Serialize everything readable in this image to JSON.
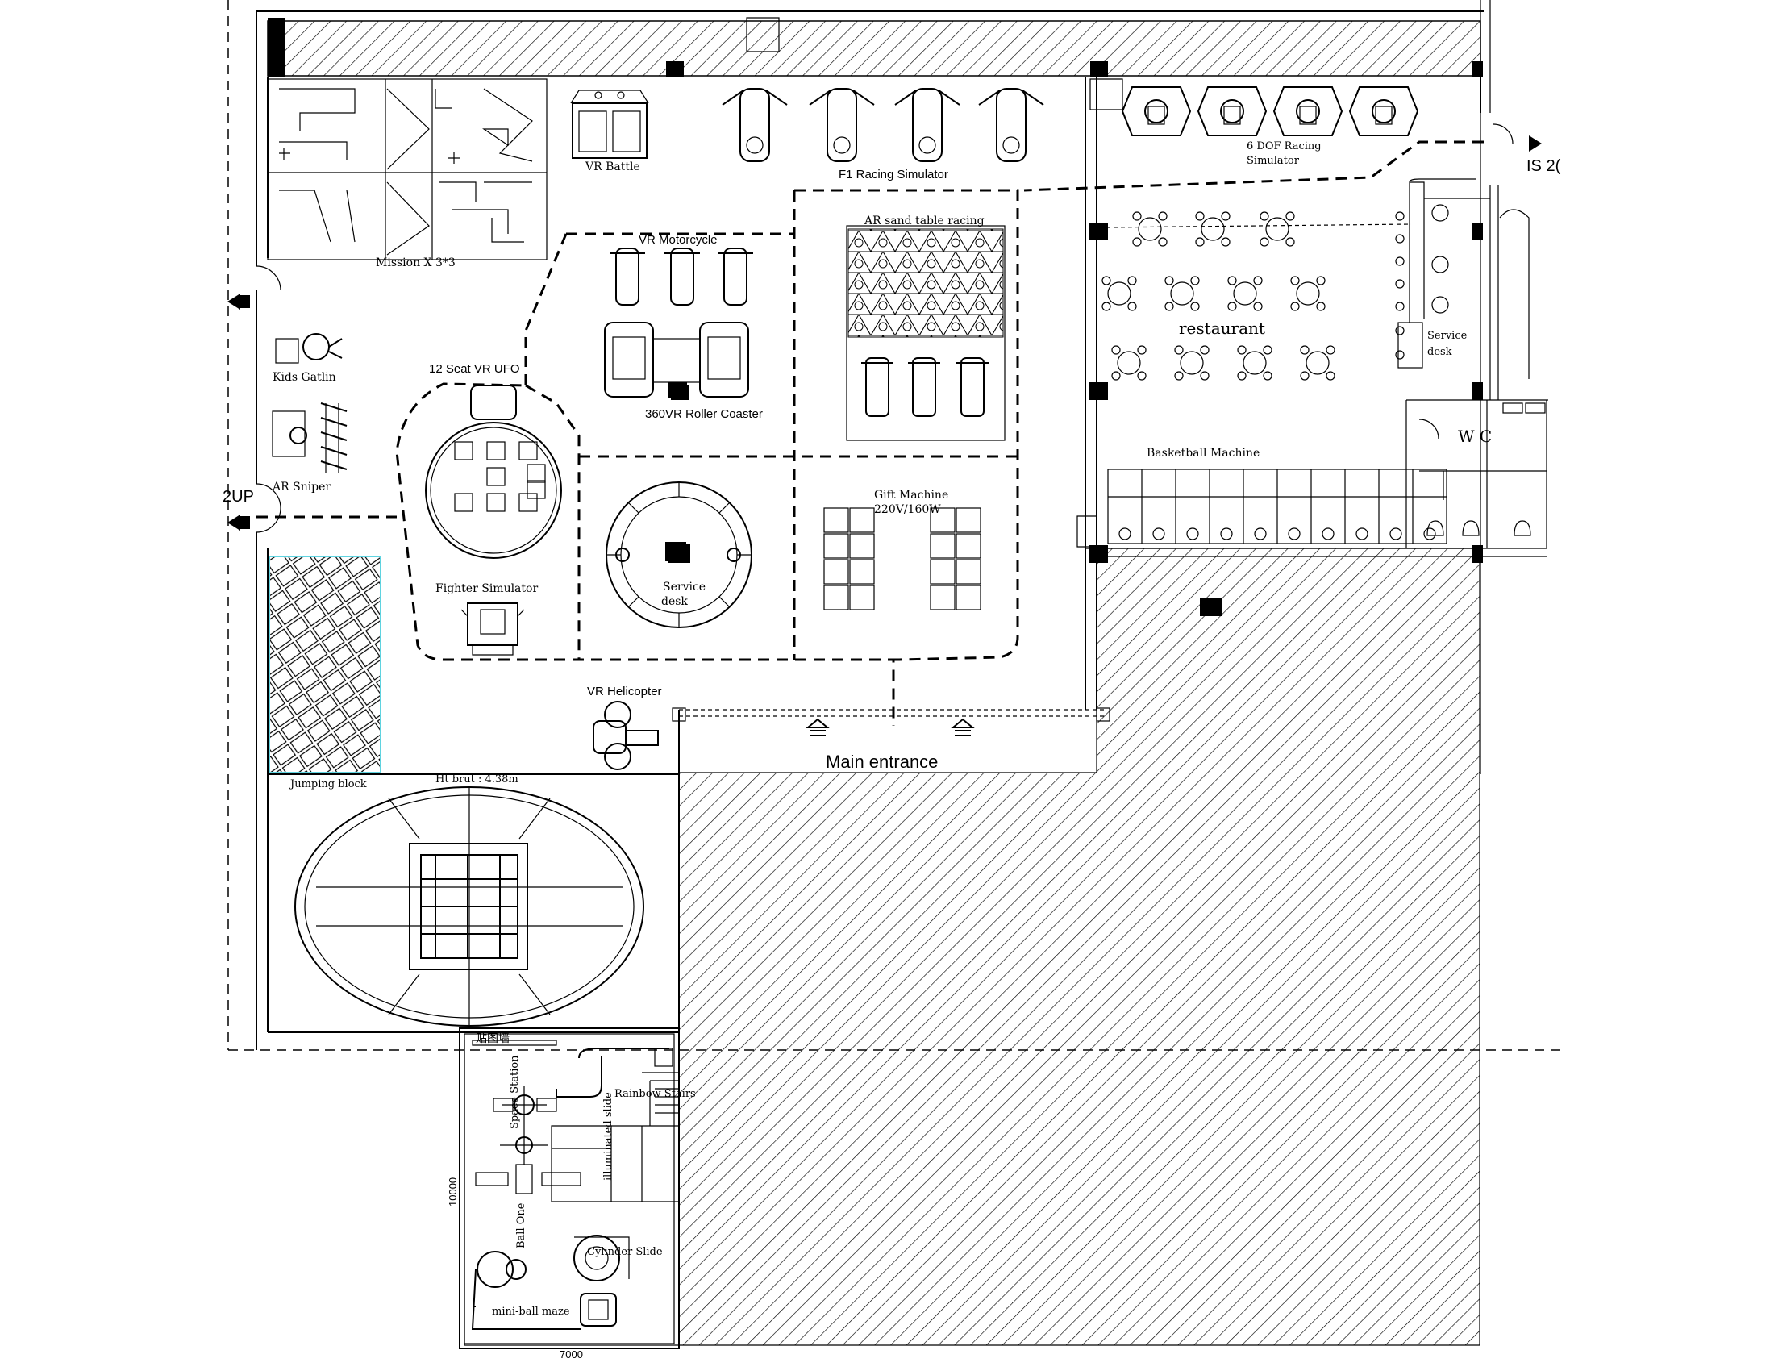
{
  "labels": {
    "mission": "Mission X 3*3",
    "vr_battle": "VR Battle",
    "f1_racing": "F1 Racing Simulator",
    "dof_racing_1": "6 DOF Racing",
    "dof_racing_2": "Simulator",
    "is2": "IS 2(",
    "vr_motorcycle": "VR Motorcycle",
    "ar_sand": "AR sand table racing",
    "roller_coaster": "360VR Roller Coaster",
    "ufo": "12 Seat VR UFO",
    "kids_gatlin": "Kids Gatlin",
    "ar_sniper": "AR Sniper",
    "two_up": "2UP",
    "restaurant": "restaurant",
    "service_desk_1a": "Service",
    "service_desk_1b": "desk",
    "basketball": "Basketball Machine",
    "wc": "W C",
    "gift_machine": "Gift Machine",
    "gift_power": "220V/160W",
    "service_desk_2a": "Service",
    "service_desk_2b": "desk",
    "fighter": "Fighter Simulator",
    "vr_helicopter": "VR Helicopter",
    "main_entrance": "Main entrance",
    "jumping_block": "Jumping block",
    "height": "Ht brut : 4.38m",
    "tag_cn": "贴图墙",
    "space_station": "Space Station",
    "rainbow_stairs": "Rainbow Stairs",
    "illuminated_slide": "illuminated slide",
    "dim_10000": "10000",
    "ball_one": "Ball One",
    "cylinder_slide": "Cylinder Slide",
    "mini_ball_maze": "mini-ball maze",
    "dim_7000": "7000"
  },
  "colors": {
    "line": "#000000",
    "accent_cyan": "#5fd3e0",
    "background": "#ffffff"
  }
}
